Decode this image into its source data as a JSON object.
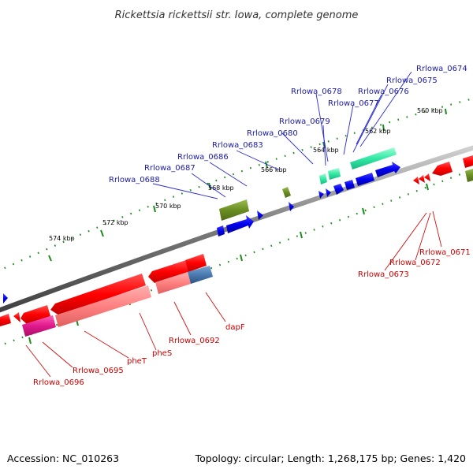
{
  "title": "Rickettsia rickettsii str. Iowa, complete genome",
  "footer": {
    "accession": "Accession: NC_010263",
    "stats": "Topology: circular; Length: 1,268,175 bp; Genes: 1,420"
  },
  "scale_labels": [
    "560 kbp",
    "562 kbp",
    "564 kbp",
    "566 kbp",
    "568 kbp",
    "570 kbp",
    "572 kbp",
    "574 kbp"
  ],
  "top_gene_labels": [
    "Rrlowa_0674",
    "Rrlowa_0675",
    "Rrlowa_0676",
    "Rrlowa_0677",
    "Rrlowa_0678",
    "Rrlowa_0679",
    "Rrlowa_0680",
    "Rrlowa_0683",
    "Rrlowa_0686",
    "Rrlowa_0687",
    "Rrlowa_0688"
  ],
  "bottom_gene_labels": [
    "Rrlowa_0671",
    "Rrlowa_0672",
    "Rrlowa_0673",
    "dapF",
    "Rrlowa_0692",
    "pheS",
    "pheT",
    "Rrlowa_0695",
    "Rrlowa_0696"
  ],
  "colors": {
    "backbone": "#7a7a7a",
    "tick_ring": "#1e8a1e",
    "forward_cds": "#0000dd",
    "reverse_cds": "#ee0000",
    "reverse_rna": "#ff8a8a",
    "trna": "#2ee8a0",
    "pseudogene": "#6b8e23",
    "magenta": "#e0188a",
    "steelblue": "#4a7ab0"
  }
}
